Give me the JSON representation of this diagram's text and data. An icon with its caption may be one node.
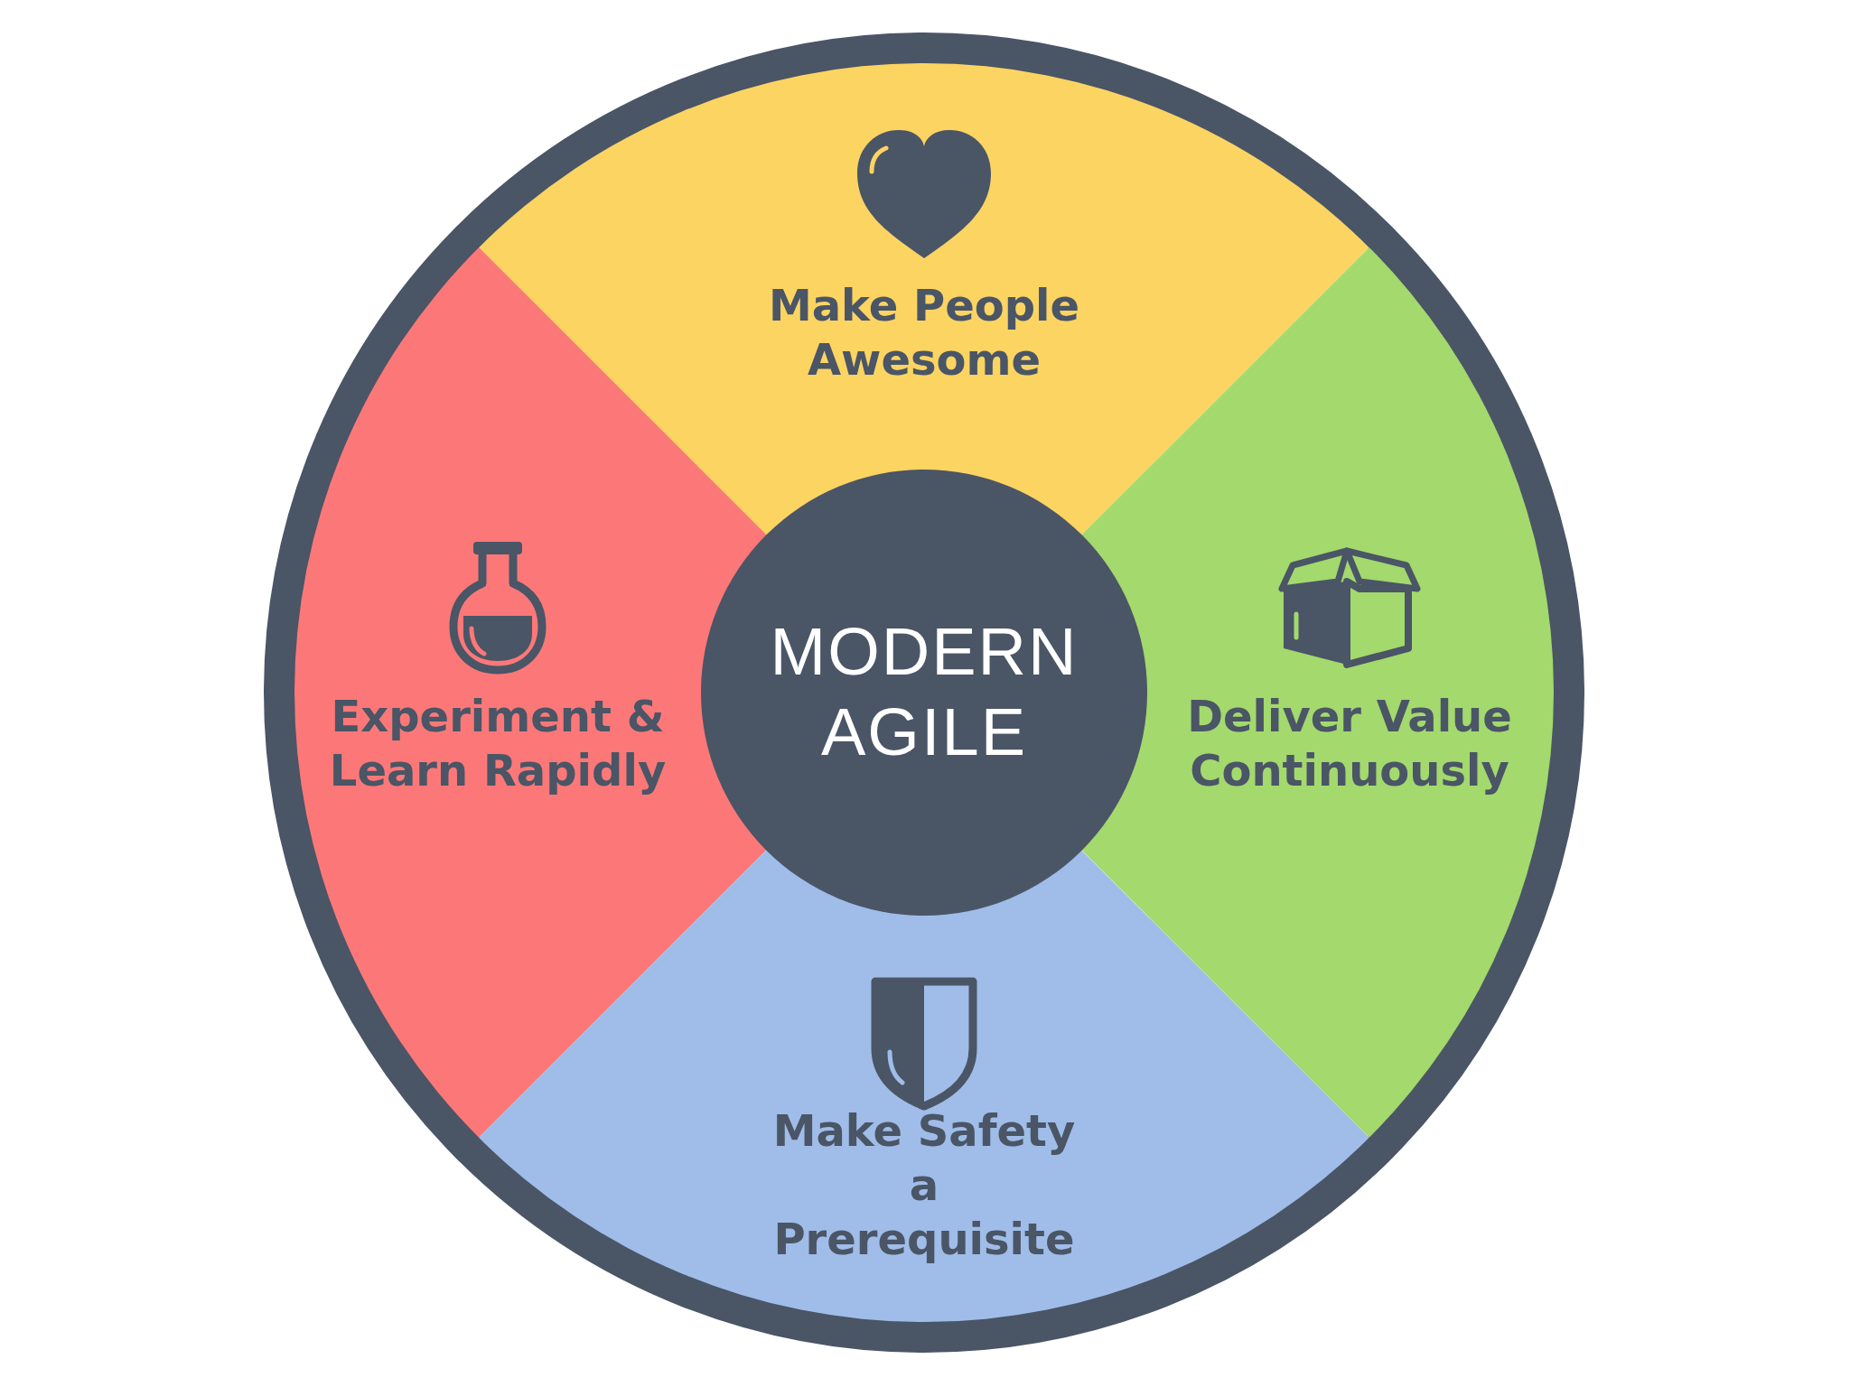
{
  "diagram": {
    "nodes": [
      {
        "text": [
          "Make People Awesome"
        ]
      },
      {
        "text": [
          "Experiment & Learn Rapidly"
        ]
      },
      {
        "text": [
          "MODERN AGILE"
        ]
      },
      {
        "text": [
          "Deliver Value Continuously"
        ]
      },
      {
        "text": [
          "Make Safety a Prerequisite"
        ]
      }
    ],
    "edges": []
  }
}
